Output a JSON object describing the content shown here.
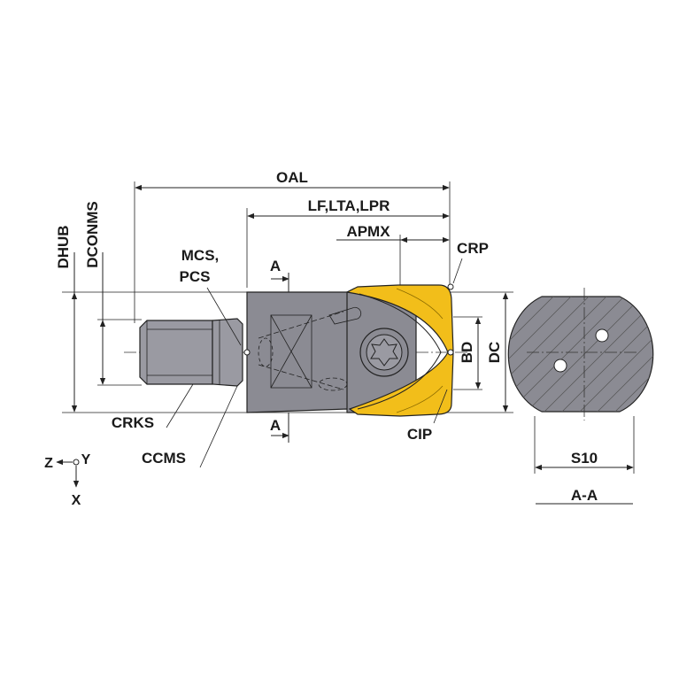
{
  "labels": {
    "oal": "OAL",
    "lf": "LF,LTA,LPR",
    "apmx": "APMX",
    "crp": "CRP",
    "dhub": "DHUB",
    "dconms": "DCONMS",
    "mcs": "MCS,",
    "pcs": "PCS",
    "section_a_top": "A",
    "section_a_bottom": "A",
    "bd": "BD",
    "dc": "DC",
    "crks": "CRKS",
    "cip": "CIP",
    "ccms": "CCMS",
    "s10": "S10",
    "section_name": "A-A"
  },
  "axes": {
    "z": "Z",
    "y": "Y",
    "x": "X"
  },
  "colors": {
    "body": "#8b8b93",
    "insert": "#f2be1a",
    "section": "#8b8b93"
  }
}
